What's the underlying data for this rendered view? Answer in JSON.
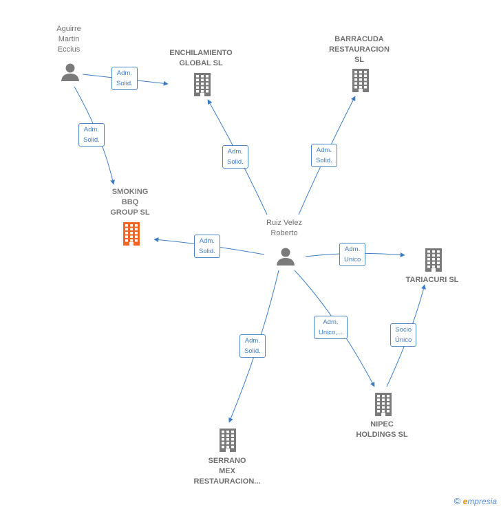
{
  "nodes": {
    "aguirre": {
      "lines": [
        "Aguirre",
        "Martin",
        "Eccius"
      ],
      "kind": "person"
    },
    "ruiz": {
      "lines": [
        "Ruiz Velez",
        "Roberto"
      ],
      "kind": "person"
    },
    "enchilamiento": {
      "lines": [
        "ENCHILAMIENTO",
        "GLOBAL  SL"
      ],
      "kind": "company"
    },
    "barracuda": {
      "lines": [
        "BARRACUDA",
        "RESTAURACION",
        "SL"
      ],
      "kind": "company"
    },
    "smoking": {
      "lines": [
        "SMOKING",
        "BBQ",
        "GROUP  SL"
      ],
      "kind": "company-main"
    },
    "tariacuri": {
      "lines": [
        "TARIACURI  SL"
      ],
      "kind": "company"
    },
    "nipec": {
      "lines": [
        "NIPEC",
        "HOLDINGS  SL"
      ],
      "kind": "company"
    },
    "serrano": {
      "lines": [
        "SERRANO",
        "MEX",
        "RESTAURACION..."
      ],
      "kind": "company"
    }
  },
  "edges": {
    "aguirre_enchilamiento": {
      "lines": [
        "Adm.",
        "Solid."
      ]
    },
    "aguirre_smoking": {
      "lines": [
        "Adm.",
        "Solid."
      ]
    },
    "ruiz_enchilamiento": {
      "lines": [
        "Adm.",
        "Solid."
      ]
    },
    "ruiz_barracuda": {
      "lines": [
        "Adm.",
        "Solid."
      ]
    },
    "ruiz_smoking": {
      "lines": [
        "Adm.",
        "Solid."
      ]
    },
    "ruiz_tariacuri": {
      "lines": [
        "Adm.",
        "Unico"
      ]
    },
    "ruiz_nipec": {
      "lines": [
        "Adm.",
        "Unico,..."
      ]
    },
    "ruiz_serrano": {
      "lines": [
        "Adm.",
        "Solid."
      ]
    },
    "nipec_tariacuri": {
      "lines": [
        "Socio",
        "Único"
      ]
    }
  },
  "colors": {
    "edge": "#3d7cc4",
    "icon": "#7a7a7a",
    "highlight": "#f26522"
  },
  "brand": {
    "copyright": "©",
    "initial": "e",
    "rest": "mpresia"
  }
}
